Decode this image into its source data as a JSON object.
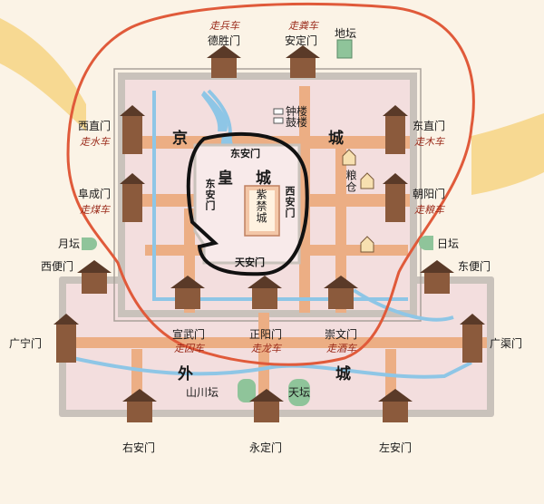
{
  "colors": {
    "background": "#fbf3e6",
    "wall": "#c9c2bb",
    "inner_city": "#f3dede",
    "outer_city": "#f3dede",
    "road": "#ecae84",
    "river": "#8ec6e6",
    "boundary_red": "#e05a3a",
    "imperial_circle": "#111111",
    "altar_green": "#8fc49a",
    "palace_yellow": "#fff8df",
    "moat_blue": "#8ec6e6"
  },
  "regions": {
    "inner_city": [
      "京",
      "城"
    ],
    "outer_city": [
      "外",
      "城"
    ],
    "imperial_city": [
      "皇",
      "城"
    ],
    "forbidden_city": "紫禁城"
  },
  "gates": {
    "deshengmen": {
      "name": "德胜门",
      "note": "走兵车"
    },
    "andingmen": {
      "name": "安定门",
      "note": "走粪车"
    },
    "xizhimen": {
      "name": "西直门",
      "note": "走水车"
    },
    "dongzhimen": {
      "name": "东直门",
      "note": "走木车"
    },
    "fuchengmen": {
      "name": "阜成门",
      "note": "走煤车"
    },
    "chaoyangmen": {
      "name": "朝阳门",
      "note": "走粮车"
    },
    "xuanwumen": {
      "name": "宣武门",
      "note": "走囚车"
    },
    "zhengyangmen": {
      "name": "正阳门",
      "note": "走龙车"
    },
    "chongwenmen": {
      "name": "崇文门",
      "note": "走酒车"
    },
    "xibianmen": {
      "name": "西便门"
    },
    "dongbianmen": {
      "name": "东便门"
    },
    "guangningmen": {
      "name": "广宁门"
    },
    "guangqumen": {
      "name": "广渠门"
    },
    "youanmen": {
      "name": "右安门"
    },
    "yongdingmen": {
      "name": "永定门"
    },
    "zuoanmen": {
      "name": "左安门"
    }
  },
  "imperial_gates": {
    "east": "东安门",
    "west": "西安门",
    "south": "天安门",
    "east_side": "东安门"
  },
  "landmarks": {
    "ditan": "地坛",
    "yuetan": "月坛",
    "ritan": "日坛",
    "tiantan": "天坛",
    "shanchuantan": "山川坛",
    "bell_tower": "钟楼",
    "drum_tower": "鼓楼",
    "granary": "粮仓"
  }
}
